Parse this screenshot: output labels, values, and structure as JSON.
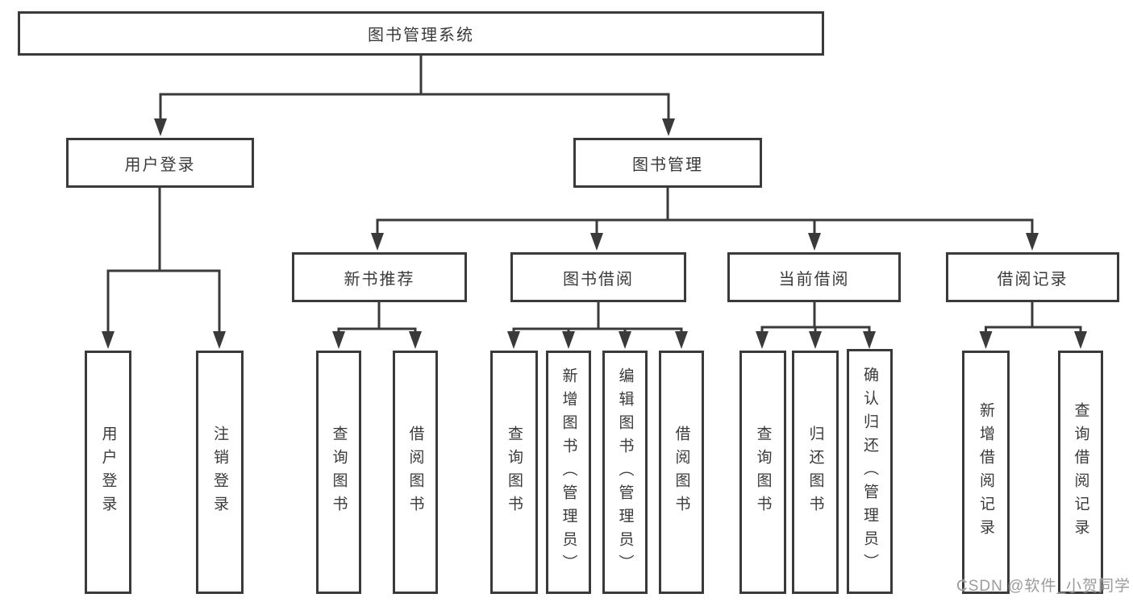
{
  "tree": {
    "root": {
      "label": "图书管理系统"
    },
    "children": [
      {
        "label": "用户登录",
        "children": [
          {
            "label": "用户登录"
          },
          {
            "label": "注销登录"
          }
        ]
      },
      {
        "label": "图书管理",
        "children": [
          {
            "label": "新书推荐",
            "children": [
              {
                "label": "查询图书"
              },
              {
                "label": "借阅图书"
              }
            ]
          },
          {
            "label": "图书借阅",
            "children": [
              {
                "label": "查询图书"
              },
              {
                "label": "新增图书（管理员）"
              },
              {
                "label": "编辑图书（管理员）"
              },
              {
                "label": "借阅图书"
              }
            ]
          },
          {
            "label": "当前借阅",
            "children": [
              {
                "label": "查询图书"
              },
              {
                "label": "归还图书"
              },
              {
                "label": "确认归还（管理员）"
              }
            ]
          },
          {
            "label": "借阅记录",
            "children": [
              {
                "label": "新增借阅记录"
              },
              {
                "label": "查询借阅记录"
              }
            ]
          }
        ]
      }
    ]
  },
  "watermark": {
    "text": "CSDN @软件_小贺同学"
  },
  "colors": {
    "line": "#3a3a3a",
    "text": "#3a3a3a",
    "background": "#ffffff",
    "watermark": "#9b9b9b"
  }
}
